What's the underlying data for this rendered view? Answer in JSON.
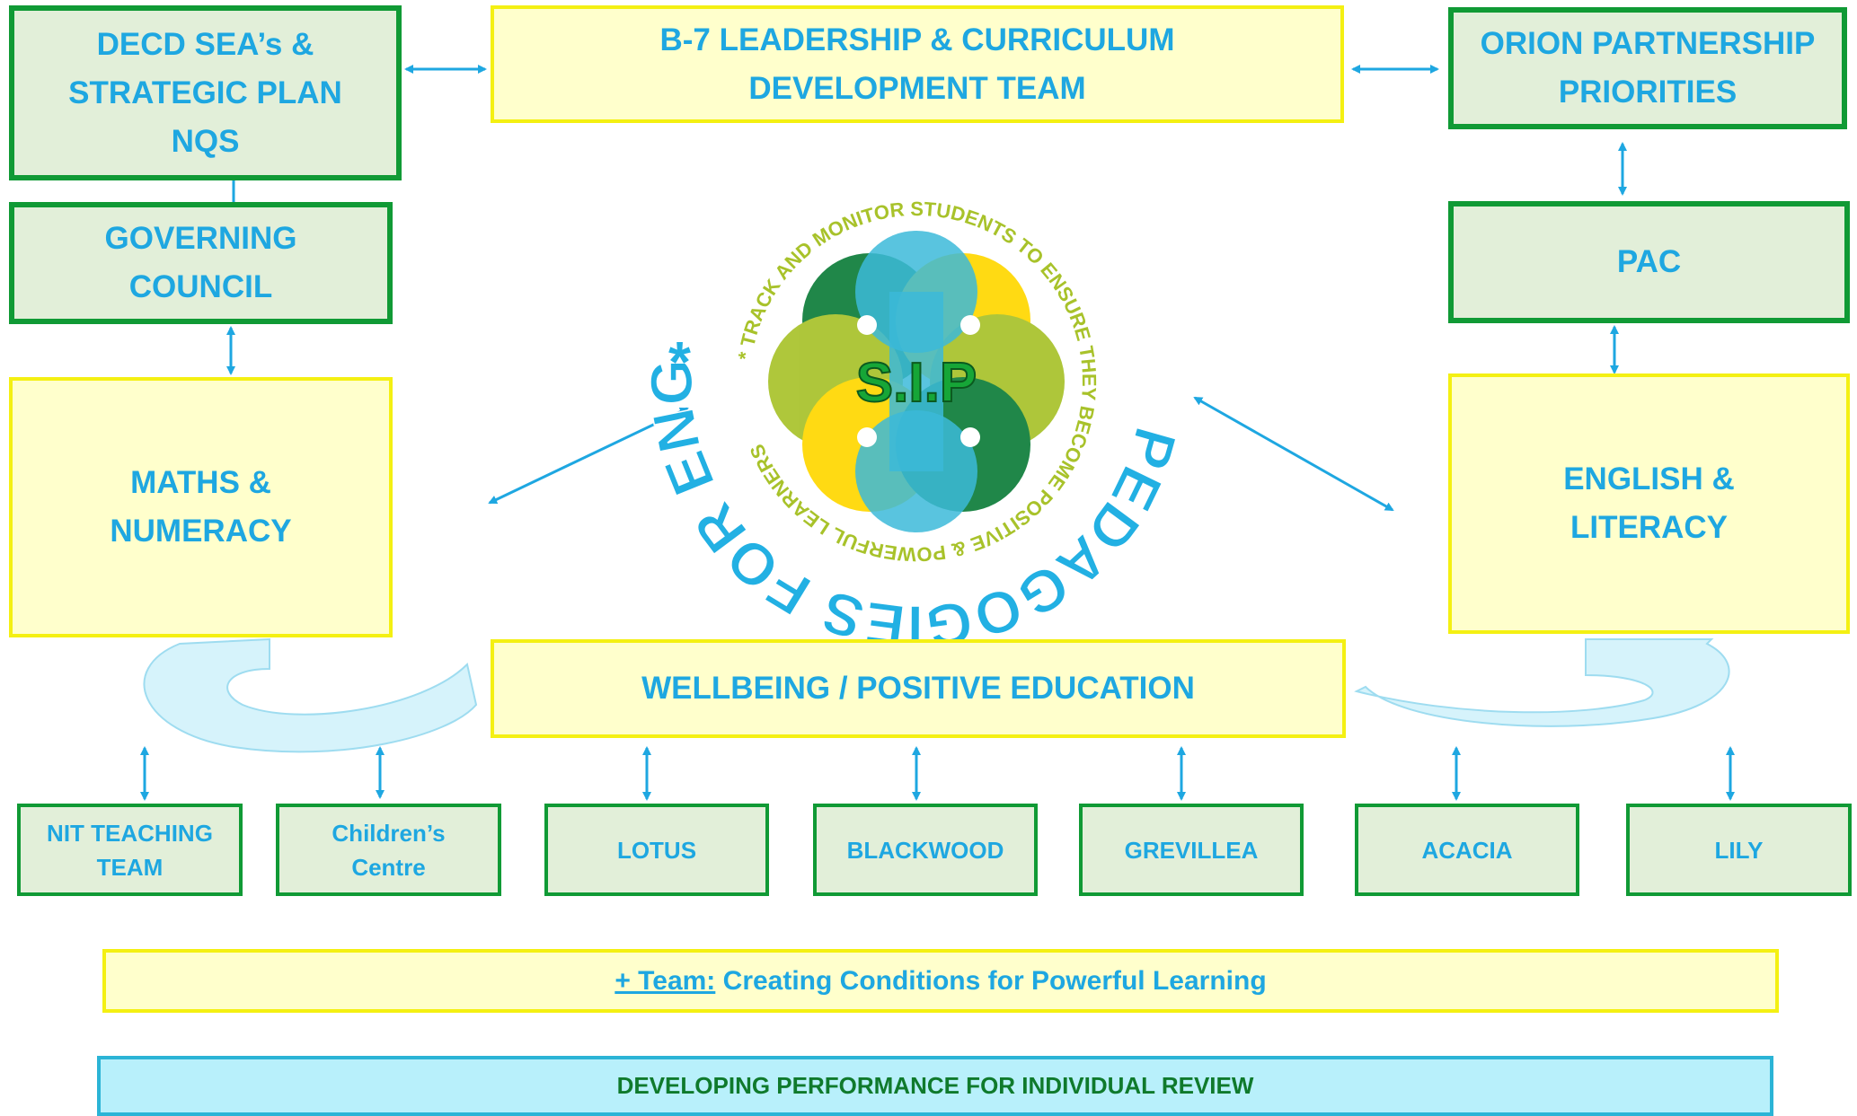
{
  "boxes": {
    "decd": "DECD SEA’s & STRATEGIC PLAN NQS",
    "b7": "B-7 LEADERSHIP & CURRICULUM DEVELOPMENT TEAM",
    "orion": "ORION PARTNERSHIP PRIORITIES",
    "governing": "GOVERNING COUNCIL",
    "pac": "PAC",
    "maths": "MATHS & NUMERACY",
    "english": "ENGLISH & LITERACY",
    "wellbeing": "WELLBEING / POSITIVE EDUCATION"
  },
  "teams": [
    "NIT TEACHING TEAM",
    "Children’s Centre",
    "LOTUS",
    "BLACKWOOD",
    "GREVILLEA",
    "ACACIA",
    "LILY"
  ],
  "emblem": {
    "outer_text": "PEDAGOGIES FOR ENGAGEMENT",
    "asterisk": "*",
    "inner_text": "* TRACK AND MONITOR STUDENTS TO ENSURE THEY BECOME POSITIVE & POWERFUL LEARNERS",
    "center_label": "S.I.P"
  },
  "footer": {
    "team_prefix": "+ Team:",
    "team_text": " Creating Conditions for Powerful Learning",
    "developing": "DEVELOPING PERFORMANCE FOR INDIVIDUAL REVIEW"
  },
  "colors": {
    "accent_blue": "#1ea7e1",
    "dark_green": "#109a35",
    "box_green_fill": "#e2efd9",
    "box_yellow_fill": "#ffffcc",
    "yellow_border": "#f4f012",
    "light_blue_fill": "#b8f0fb",
    "emblem_lime": "#a8c22a",
    "emblem_yellow": "#ffd700",
    "emblem_teal": "#2bb4d6",
    "emblem_dark_green": "#0e7d3a"
  }
}
